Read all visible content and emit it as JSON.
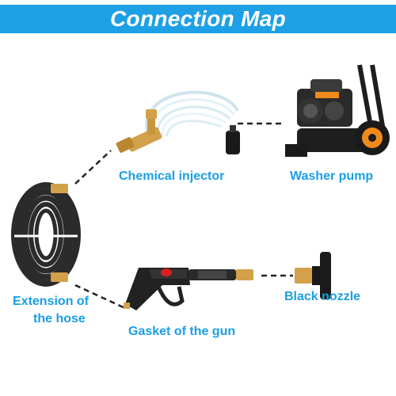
{
  "title": "Connection Map",
  "colors": {
    "banner": "#1ea0e6",
    "label": "#1a9ee6",
    "brass": "#d2a14a",
    "pump_orange": "#f08a1c",
    "hose": "#2b2b2b",
    "connector_line": "#222222"
  },
  "components": {
    "chemical_injector": {
      "label": "Chemical injector",
      "icon": "chemical-injector-icon"
    },
    "washer_pump": {
      "label": "Washer pump",
      "icon": "pressure-washer-pump-icon"
    },
    "hose": {
      "label_line1": "Extension of",
      "label_line2": "the hose",
      "icon": "coiled-hose-icon"
    },
    "gun": {
      "label": "Gasket of the gun",
      "icon": "spray-gun-icon"
    },
    "nozzle": {
      "label": "Black nozzle",
      "icon": "black-nozzle-icon"
    }
  }
}
